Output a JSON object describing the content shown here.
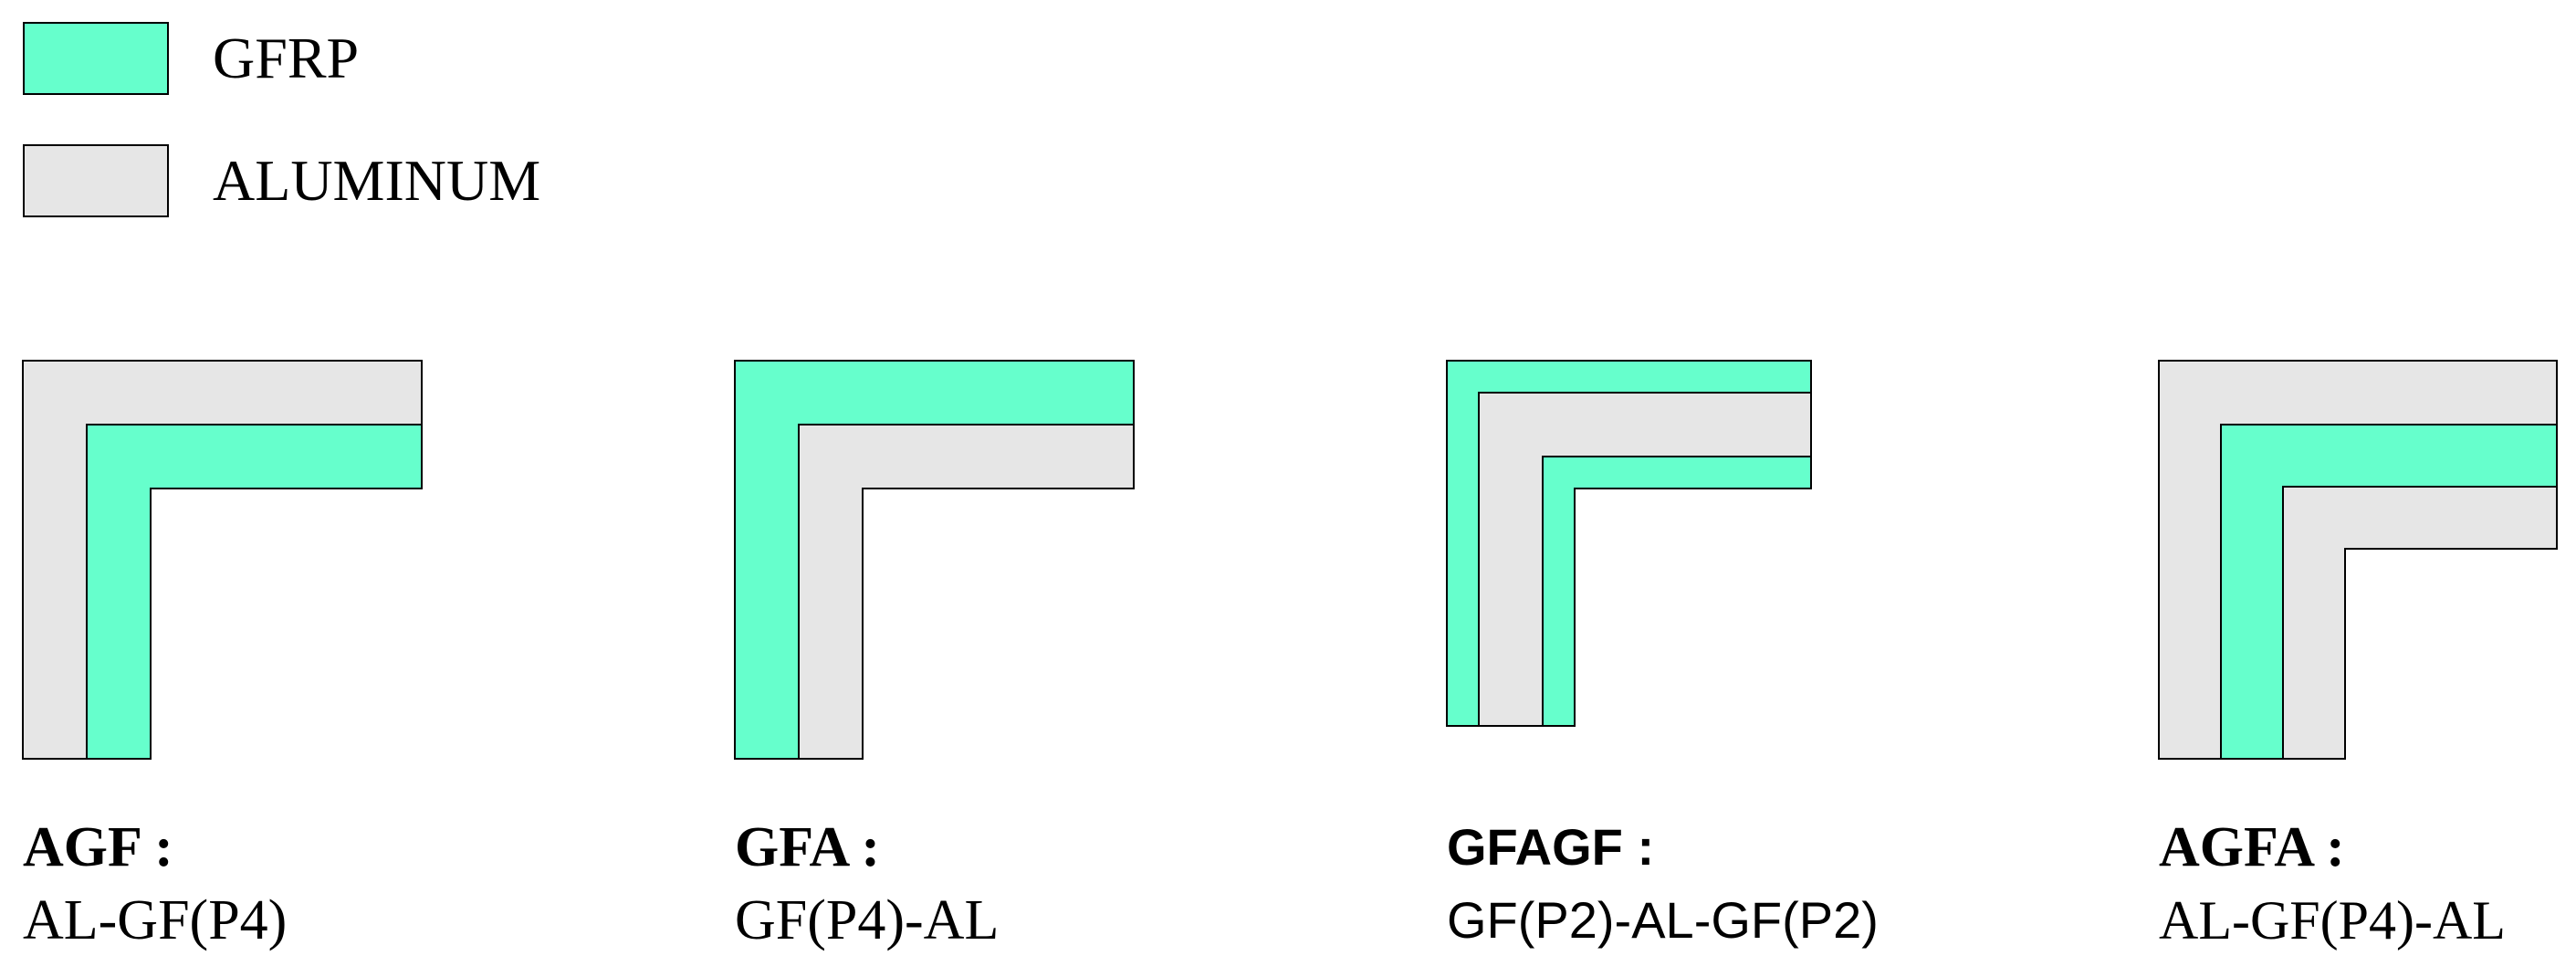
{
  "legend": [
    {
      "label": "GFRP",
      "color": "#66FFCC"
    },
    {
      "label": "ALUMINUM",
      "color": "#E6E6E6"
    }
  ],
  "colors": {
    "gfrp": "#66FFCC",
    "aluminum": "#E6E6E6",
    "outline": "#000000"
  },
  "specimens": [
    {
      "name": "AGF :",
      "description": "AL-GF(P4)",
      "layers": [
        "aluminum",
        "gfrp"
      ]
    },
    {
      "name": "GFA :",
      "description": "GF(P4)-AL",
      "layers": [
        "gfrp",
        "aluminum"
      ]
    },
    {
      "name": "GFAGF :",
      "description": "GF(P2)-AL-GF(P2)",
      "layers": [
        "gfrp",
        "aluminum",
        "gfrp"
      ]
    },
    {
      "name": "AGFA :",
      "description": "AL-GF(P4)-AL",
      "layers": [
        "aluminum",
        "gfrp",
        "aluminum"
      ]
    }
  ]
}
